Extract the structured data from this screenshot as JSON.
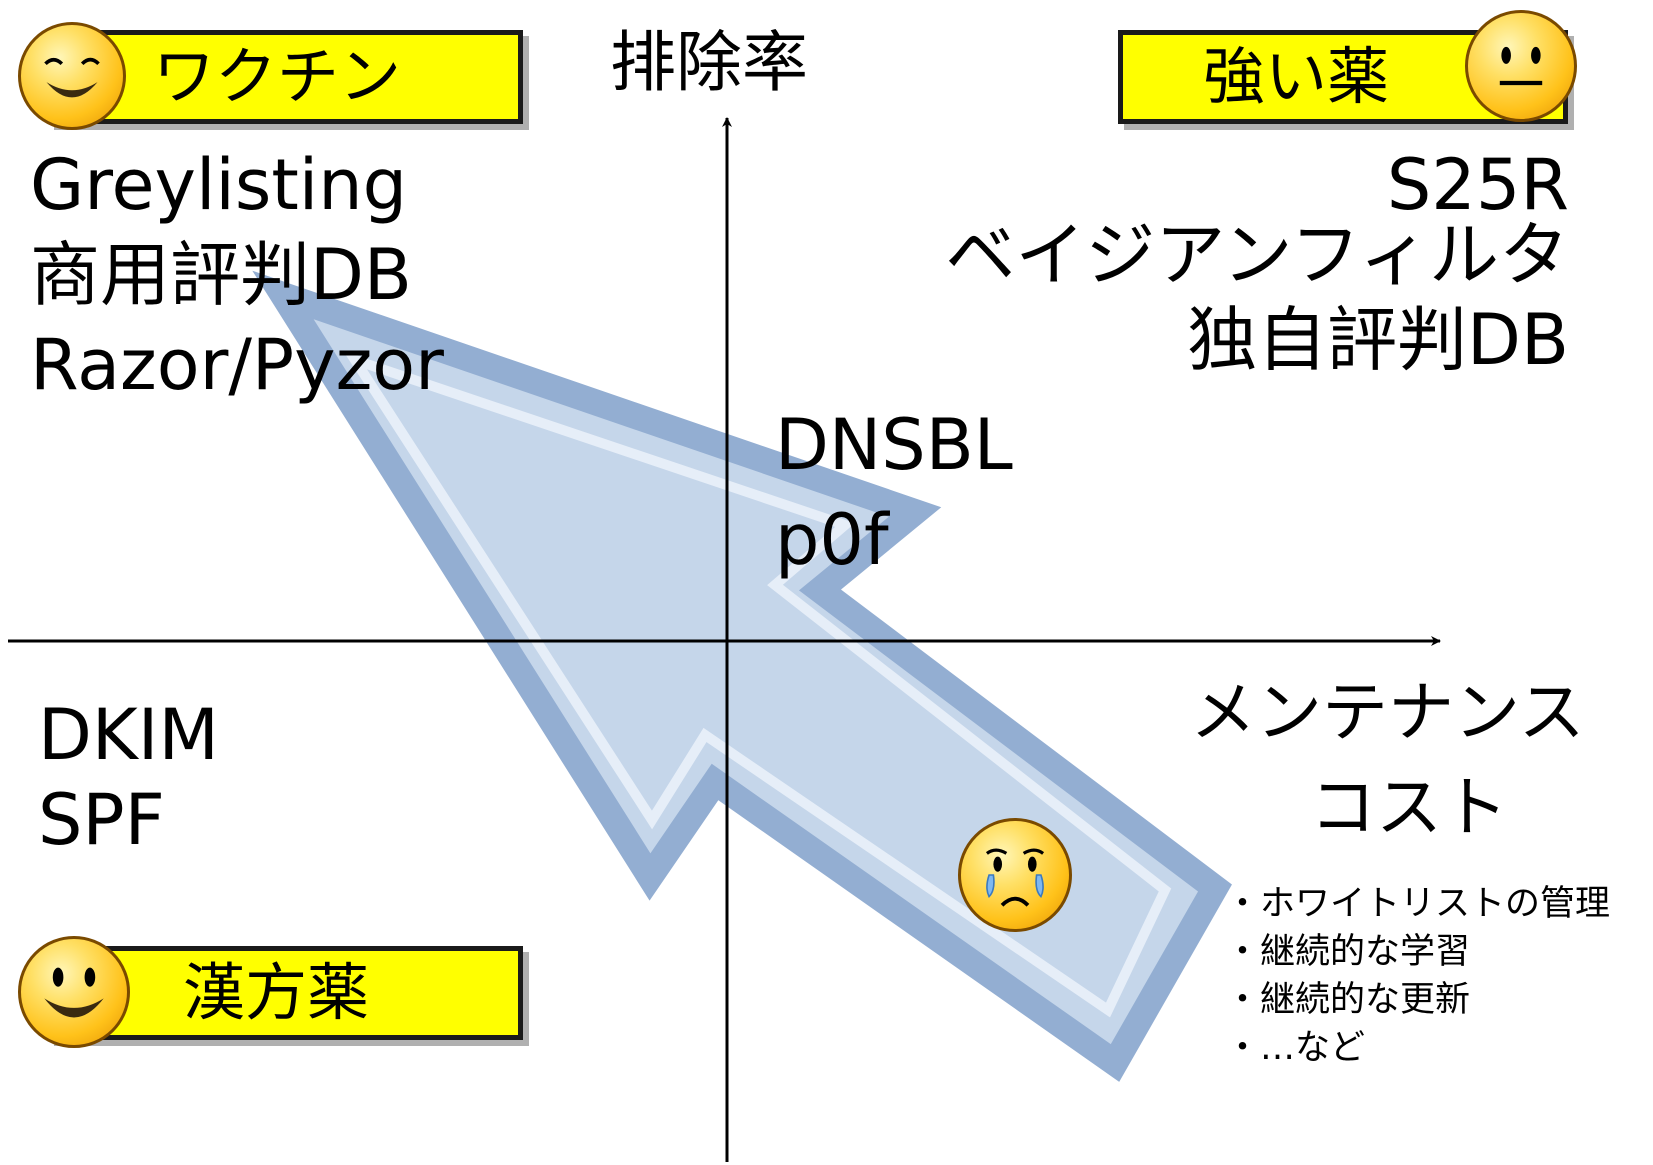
{
  "axes": {
    "y_label": "排除率",
    "x_label_line1": "メンテナンス",
    "x_label_line2": "コスト"
  },
  "quadrants": {
    "top_left": {
      "badge": "ワクチン",
      "face": "content-smile-icon",
      "items": [
        "Greylisting",
        "商用評判DB",
        "Razor/Pyzor"
      ]
    },
    "top_right": {
      "badge": "強い薬",
      "face": "neutral-face-icon",
      "items": [
        "S25R",
        "ベイジアンフィルタ",
        "独自評判DB"
      ]
    },
    "bottom_left": {
      "badge": "漢方薬",
      "face": "happy-face-icon",
      "items": [
        "DKIM",
        "SPF"
      ]
    },
    "center": {
      "items": [
        "DNSBL",
        "p0f"
      ]
    }
  },
  "maintenance_notes": [
    "・ホワイトリストの管理",
    "・継続的な学習",
    "・継続的な更新",
    "・…など"
  ],
  "crying_face": "crying-face-icon",
  "arrow": {
    "fill": "#c5d6ea",
    "border": "#93aed2",
    "inner": "#e6eef8"
  },
  "colors": {
    "badge": "#ffff00",
    "axis": "#000000"
  }
}
